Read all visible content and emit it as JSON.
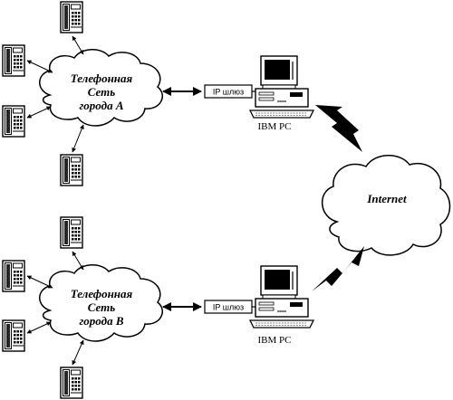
{
  "networks": [
    {
      "id": "a",
      "line1": "Телефонная",
      "line2": "Сеть",
      "line3": "города А"
    },
    {
      "id": "b",
      "line1": "Телефонная",
      "line2": "Сеть",
      "line3": "города В"
    }
  ],
  "gateway_label": "IP шлюз",
  "pc_label": "IBM PC",
  "internet_label": "Internet"
}
